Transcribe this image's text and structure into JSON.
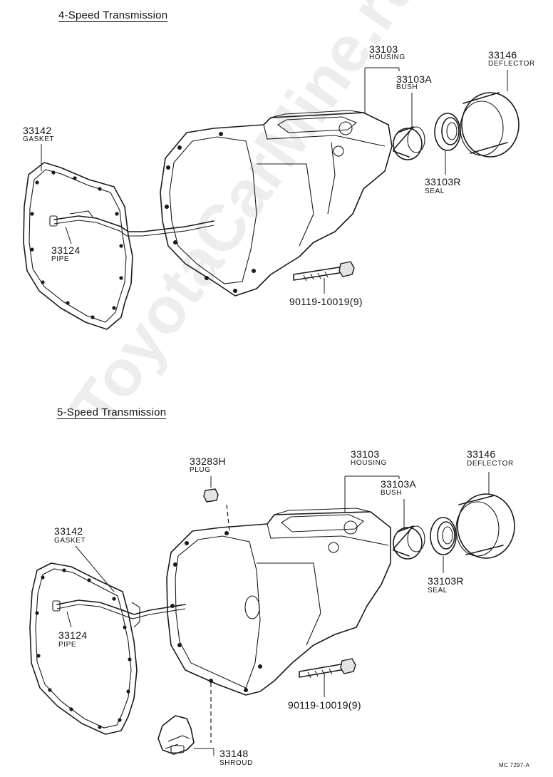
{
  "sections": [
    {
      "title": "4-Speed Transmission",
      "parts": {
        "housing": {
          "number": "33103",
          "name": "HOUSING"
        },
        "bush": {
          "number": "33103A",
          "name": "BUSH"
        },
        "deflector": {
          "number": "33146",
          "name": "DEFLECTOR"
        },
        "seal": {
          "number": "33103R",
          "name": "SEAL"
        },
        "gasket": {
          "number": "33142",
          "name": "GASKET"
        },
        "pipe": {
          "number": "33124",
          "name": "PIPE"
        },
        "bolt": {
          "number": "90119-10019(9)"
        }
      }
    },
    {
      "title": "5-Speed Transmission",
      "parts": {
        "plug": {
          "number": "33283H",
          "name": "PLUG"
        },
        "housing": {
          "number": "33103",
          "name": "HOUSING"
        },
        "bush": {
          "number": "33103A",
          "name": "BUSH"
        },
        "deflector": {
          "number": "33146",
          "name": "DEFLECTOR"
        },
        "seal": {
          "number": "33103R",
          "name": "SEAL"
        },
        "gasket": {
          "number": "33142",
          "name": "GASKET"
        },
        "pipe": {
          "number": "33124",
          "name": "PIPE"
        },
        "bolt": {
          "number": "90119-10019(9)"
        },
        "shroud": {
          "number": "33148",
          "name": "SHROUD"
        }
      }
    }
  ],
  "drawing_code": "MC 7297-A",
  "watermark": "ToyotaCarMine.ru"
}
